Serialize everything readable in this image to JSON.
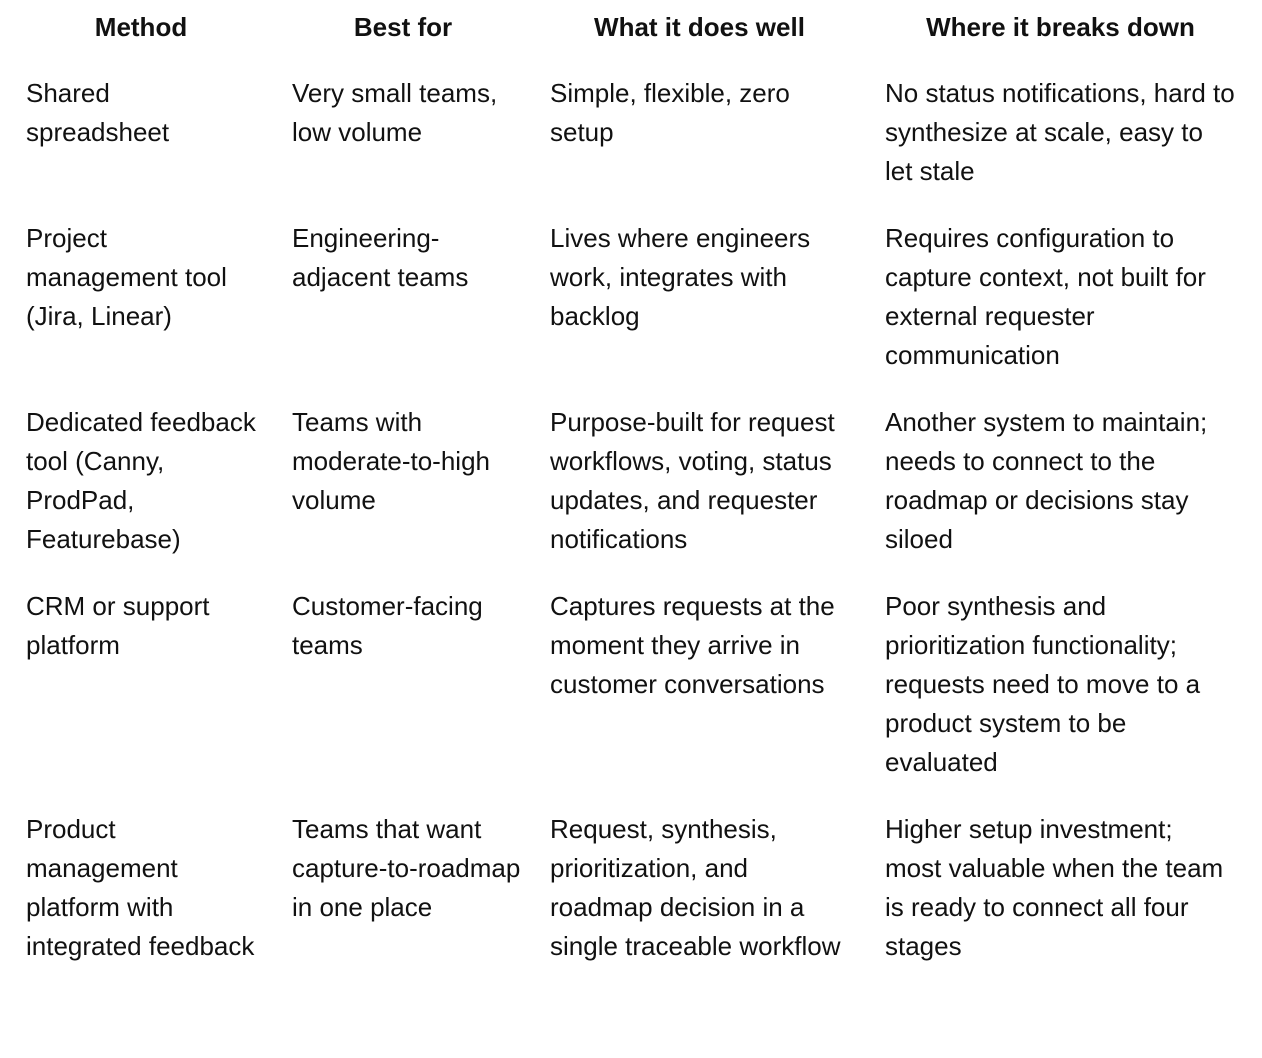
{
  "table": {
    "headers": [
      "Method",
      "Best for",
      "What it does well",
      "Where it breaks down"
    ],
    "rows": [
      {
        "method": "Shared spreadsheet",
        "best_for": "Very small teams, low volume",
        "does_well": "Simple, flexible, zero setup",
        "breaks_down": "No status notifications, hard to synthesize at scale, easy to let stale"
      },
      {
        "method": "Project management tool (Jira, Linear)",
        "best_for": "Engineering-adjacent teams",
        "does_well": "Lives where engineers work, integrates with backlog",
        "breaks_down": "Requires configuration to capture context, not built for external requester communication"
      },
      {
        "method": "Dedicated feedback tool (Canny, ProdPad, Featurebase)",
        "best_for": "Teams with moderate-to-high volume",
        "does_well": "Purpose-built for request workflows, voting, status updates, and requester notifications",
        "breaks_down": "Another system to maintain; needs to connect to the roadmap or decisions stay siloed"
      },
      {
        "method": "CRM or support platform",
        "best_for": "Customer-facing teams",
        "does_well": "Captures requests at the moment they arrive in customer conversations",
        "breaks_down": "Poor synthesis and prioritization functionality; requests need to move to a product system to be evaluated"
      },
      {
        "method": "Product management platform with integrated feedback",
        "best_for": "Teams that want capture-to-roadmap in one place",
        "does_well": "Request, synthesis, prioritization, and roadmap decision in a single traceable workflow",
        "breaks_down": "Higher setup investment; most valuable when the team is ready to connect all four stages"
      }
    ]
  }
}
